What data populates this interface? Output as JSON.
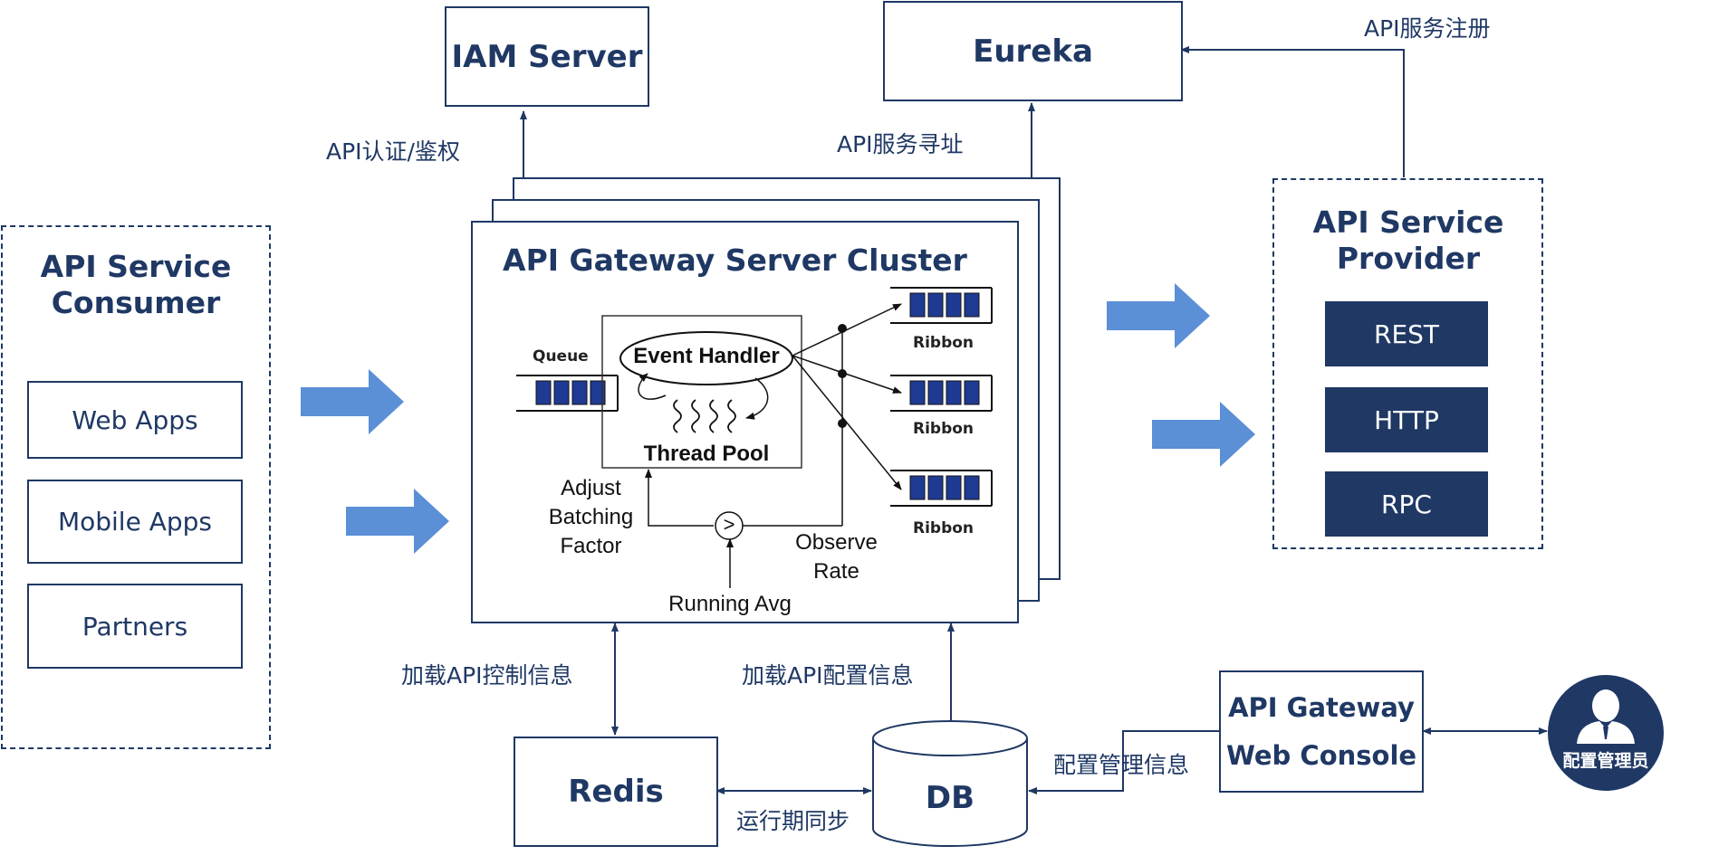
{
  "iam_server": "IAM Server",
  "eureka": "Eureka",
  "api_register_label": "API服务注册",
  "api_auth_label": "API认证/鉴权",
  "api_discovery_label": "API服务寻址",
  "consumer": {
    "title_line1": "API Service",
    "title_line2": "Consumer",
    "items": [
      "Web Apps",
      "Mobile Apps",
      "Partners"
    ]
  },
  "cluster": {
    "title": "API Gateway Server Cluster",
    "queue_label": "Queue",
    "event_handler": "Event Handler",
    "thread_pool": "Thread Pool",
    "ribbon_labels": [
      "Ribbon",
      "Ribbon",
      "Ribbon"
    ],
    "adjust_lines": [
      "Adjust",
      "Batching",
      "Factor"
    ],
    "observe_lines": [
      "Observe",
      "Rate"
    ],
    "running_avg": "Running Avg",
    "comparator": ">"
  },
  "provider": {
    "title_line1": "API Service",
    "title_line2": "Provider",
    "items": [
      "REST",
      "HTTP",
      "RPC"
    ]
  },
  "load_control_label": "加载API控制信息",
  "load_config_label": "加载API配置信息",
  "redis": "Redis",
  "db": "DB",
  "runtime_sync_label": "运行期同步",
  "config_mgmt_label": "配置管理信息",
  "web_console_line1": "API Gateway",
  "web_console_line2": "Web Console",
  "admin_label": "配置管理员",
  "colors": {
    "navy": "#1f3864",
    "arrow_blue": "#5b8fd6",
    "queue_blue": "#1f3a93"
  }
}
